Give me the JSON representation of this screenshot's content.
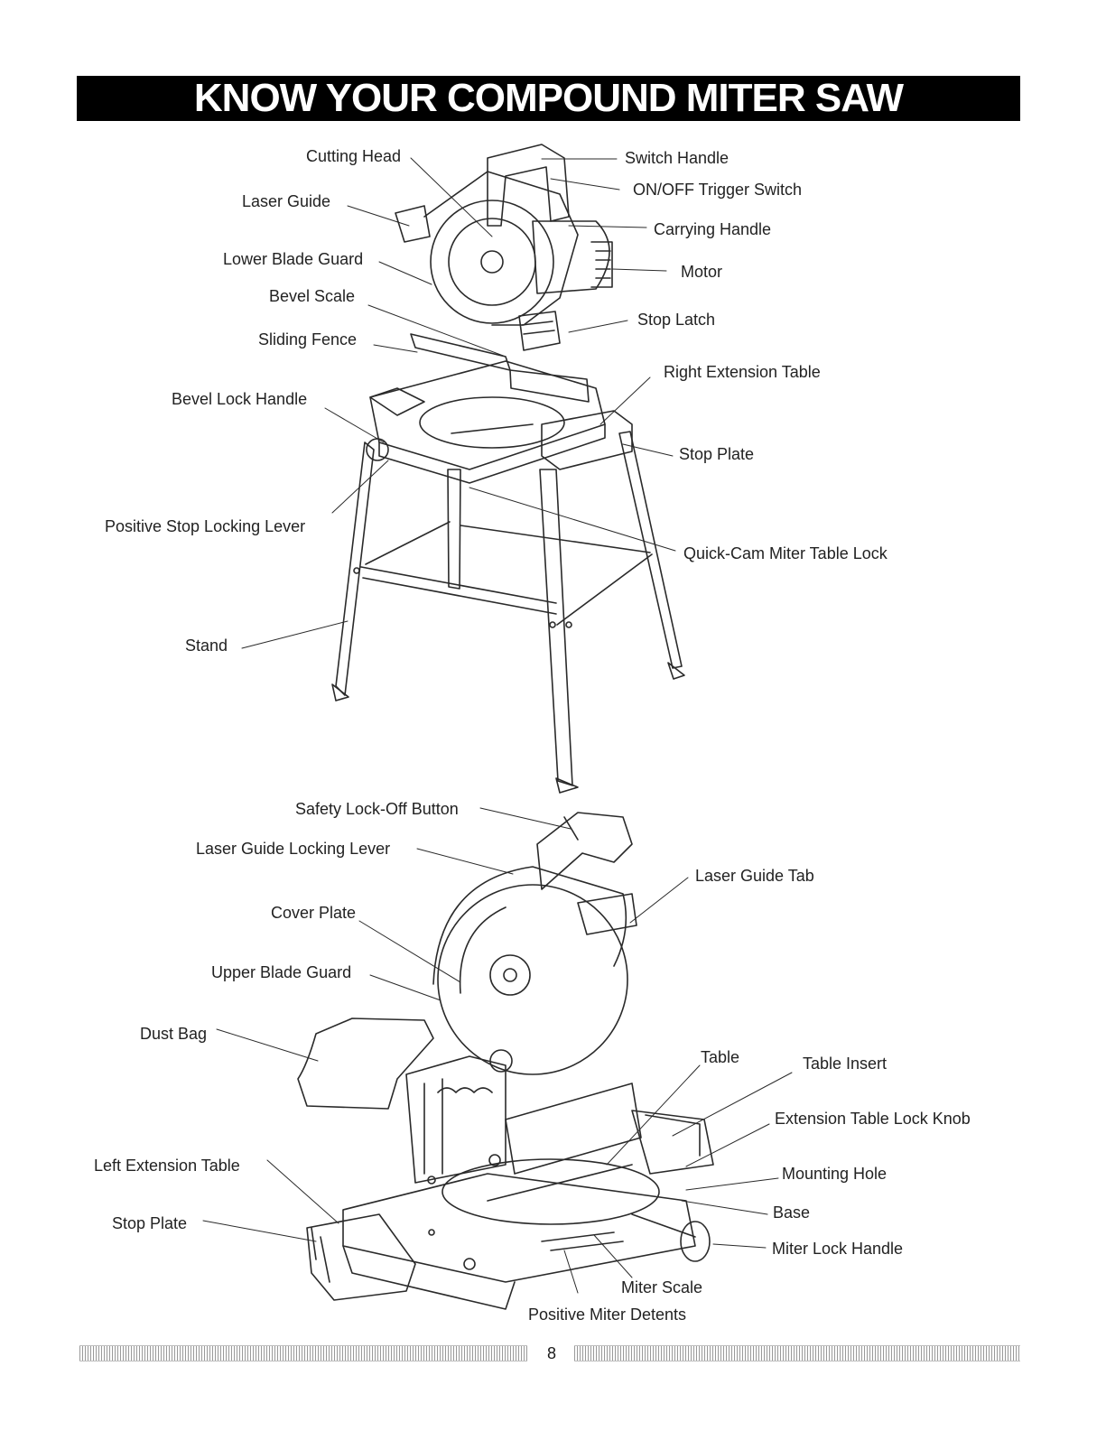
{
  "title": "KNOW YOUR COMPOUND MITER SAW",
  "page_number": "8",
  "top_figure": {
    "labels": {
      "cutting_head": "Cutting Head",
      "laser_guide": "Laser Guide",
      "lower_blade_guard": "Lower Blade Guard",
      "bevel_scale": "Bevel Scale",
      "sliding_fence": "Sliding Fence",
      "bevel_lock_handle": "Bevel Lock Handle",
      "positive_stop_locking_lever": "Positive Stop Locking Lever",
      "stand": "Stand",
      "switch_handle": "Switch Handle",
      "on_off_trigger_switch": "ON/OFF Trigger Switch",
      "carrying_handle": "Carrying Handle",
      "motor": "Motor",
      "stop_latch": "Stop Latch",
      "right_extension_table": "Right Extension Table",
      "stop_plate": "Stop Plate",
      "quick_cam_miter_table_lock": "Quick-Cam Miter Table Lock"
    }
  },
  "bottom_figure": {
    "labels": {
      "safety_lock_off_button": "Safety Lock-Off Button",
      "laser_guide_locking_lever": "Laser Guide Locking Lever",
      "cover_plate": "Cover Plate",
      "upper_blade_guard": "Upper Blade Guard",
      "dust_bag": "Dust Bag",
      "left_extension_table": "Left Extension Table",
      "stop_plate": "Stop Plate",
      "laser_guide_tab": "Laser Guide Tab",
      "table": "Table",
      "table_insert": "Table Insert",
      "extension_table_lock_knob": "Extension Table Lock Knob",
      "mounting_hole": "Mounting Hole",
      "base": "Base",
      "miter_lock_handle": "Miter Lock Handle",
      "miter_scale": "Miter Scale",
      "positive_miter_detents": "Positive Miter Detents"
    }
  }
}
